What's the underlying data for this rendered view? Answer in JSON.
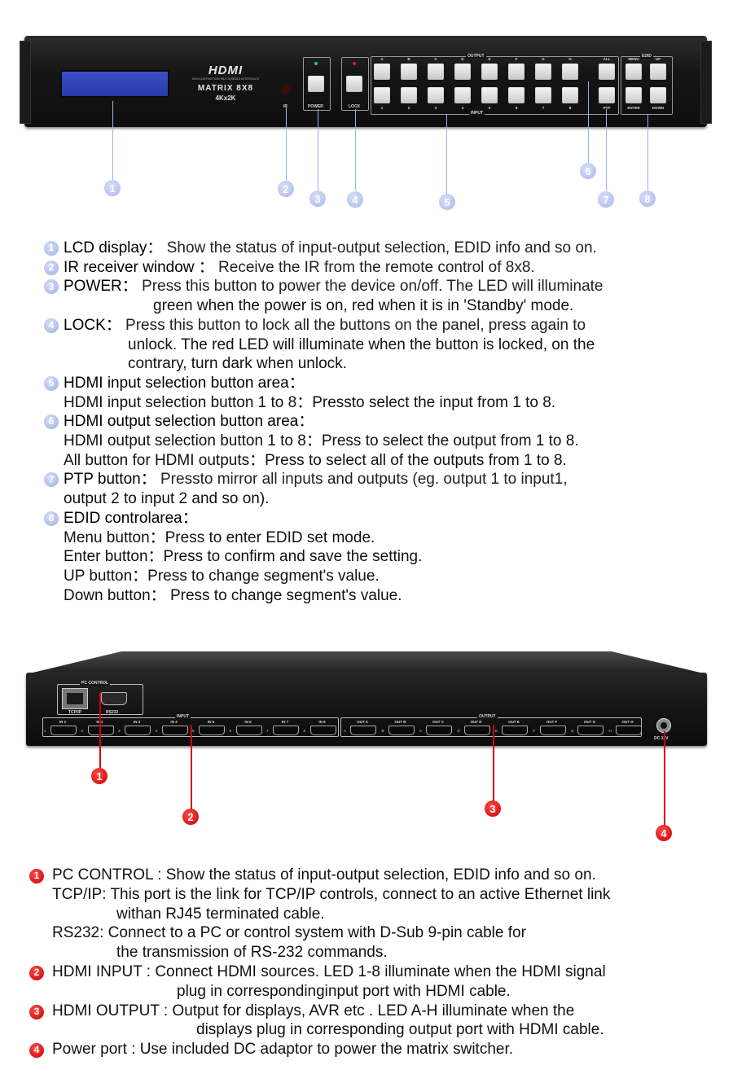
{
  "front_panel": {
    "brand_logo": "HDMI",
    "brand_tagline": "HIGH-DEFINITION MULTIMEDIA INTERFACE",
    "model": "MATRIX 8X8",
    "resolution": "4Kx2K",
    "labels": {
      "ir": "IR",
      "power": "POWER",
      "lock": "LOCK",
      "output": "OUTPUT",
      "input": "INPUT",
      "edid": "EDID",
      "all": "ALL",
      "ptp": "PTP",
      "menu": "MENU",
      "up": "UP",
      "enter": "ENTER",
      "down": "DOWN"
    },
    "output_buttons": [
      "A",
      "B",
      "C",
      "D",
      "E",
      "F",
      "G",
      "H"
    ],
    "input_buttons": [
      "1",
      "2",
      "3",
      "4",
      "5",
      "6",
      "7",
      "8"
    ],
    "callouts": [
      "1",
      "2",
      "3",
      "4",
      "5",
      "6",
      "7",
      "8"
    ],
    "colors": {
      "lcd": "#2f43b8",
      "callout": "#a9b8ea",
      "power_led": "#2ecc40",
      "lock_led": "#e02020"
    }
  },
  "front_list": [
    {
      "num": "1",
      "title": "LCD display：",
      "lines": [
        " Show the status of input-output selection, EDID info and so on."
      ]
    },
    {
      "num": "2",
      "title": "IR receiver window ：",
      "lines": [
        " Receive the IR from the remote control of 8x8."
      ]
    },
    {
      "num": "3",
      "title": "POWER：",
      "lines": [
        " Press this button to power the device on/off. The LED will illuminate",
        "green when the power is on, red when it is in 'Standby' mode."
      ]
    },
    {
      "num": "4",
      "title": "LOCK：",
      "lines": [
        " Press this button to lock all the buttons on the panel, press again to",
        "unlock. The red LED will illuminate when the button is locked, on the",
        "contrary, turn dark when unlock."
      ]
    },
    {
      "num": "5",
      "title": "HDMI input selection button area：",
      "lines": [
        "HDMI input selection button 1 to 8：Pressto select the input from 1 to 8."
      ]
    },
    {
      "num": "6",
      "title": "HDMI output selection button area：",
      "lines": [
        "HDMI output selection button 1 to 8：Press to select the output from 1 to 8.",
        "All button for HDMI outputs：Press to select all of the outputs from 1 to 8."
      ]
    },
    {
      "num": "7",
      "title": "PTP button：",
      "lines": [
        " Pressto mirror all inputs and outputs (eg. output 1 to input1,",
        "output 2 to input 2 and so on)."
      ]
    },
    {
      "num": "8",
      "title": "EDID controlarea：",
      "lines": [
        "Menu button：Press to enter EDID set mode.",
        "Enter button：Press to confirm and save the setting.",
        "UP button：Press to change segment's value.",
        "Down button： Press to change segment's value."
      ]
    }
  ],
  "back_panel": {
    "pc_control": "PC CONTROL",
    "tcpip": "TCP/IP",
    "rs232": "RS232",
    "input": "INPUT",
    "output": "OUTPUT",
    "dc": "DC 12V",
    "inputs": [
      "IN 1",
      "IN 2",
      "IN 3",
      "IN 4",
      "IN 5",
      "IN 6",
      "IN 7",
      "IN 8"
    ],
    "input_idx": [
      "1",
      "2",
      "3",
      "4",
      "5",
      "6",
      "7",
      "8"
    ],
    "outputs": [
      "OUT A",
      "OUT B",
      "OUT C",
      "OUT D",
      "OUT E",
      "OUT F",
      "OUT G",
      "OUT H"
    ],
    "output_idx": [
      "A",
      "B",
      "C",
      "D",
      "E",
      "F",
      "G",
      "H"
    ],
    "callouts": [
      "1",
      "2",
      "3",
      "4"
    ],
    "colors": {
      "callout": "#d40000"
    }
  },
  "back_list": {
    "pc": {
      "num": "1",
      "title": "PC CONTROL",
      "desc": " : Show the status of input-output selection, EDID info and so on."
    },
    "tcpip": {
      "title": "TCP/IP",
      "desc": ": This port is the link for TCP/IP controls, connect to an active Ethernet link",
      "cont": "withan RJ45 terminated cable."
    },
    "rs232": {
      "title": "RS232",
      "desc": ": Connect to a PC or control system with D-Sub 9-pin cable for",
      "cont": "the transmission of RS-232 commands."
    },
    "hdmi_in": {
      "num": "2",
      "title": "HDMI INPUT",
      "desc": " : Connect HDMI sources. LED 1-8 illuminate when the HDMI signal",
      "cont": "plug in correspondinginput port with HDMI cable."
    },
    "hdmi_out": {
      "num": "3",
      "title": "HDMI OUTPUT",
      "desc": " : Output for displays, AVR etc . LED A-H illuminate when the",
      "cont": "displays plug in corresponding output port with HDMI cable."
    },
    "power": {
      "num": "4",
      "title": "Power port",
      "desc": " : Use included DC adaptor to power the matrix switcher."
    }
  }
}
